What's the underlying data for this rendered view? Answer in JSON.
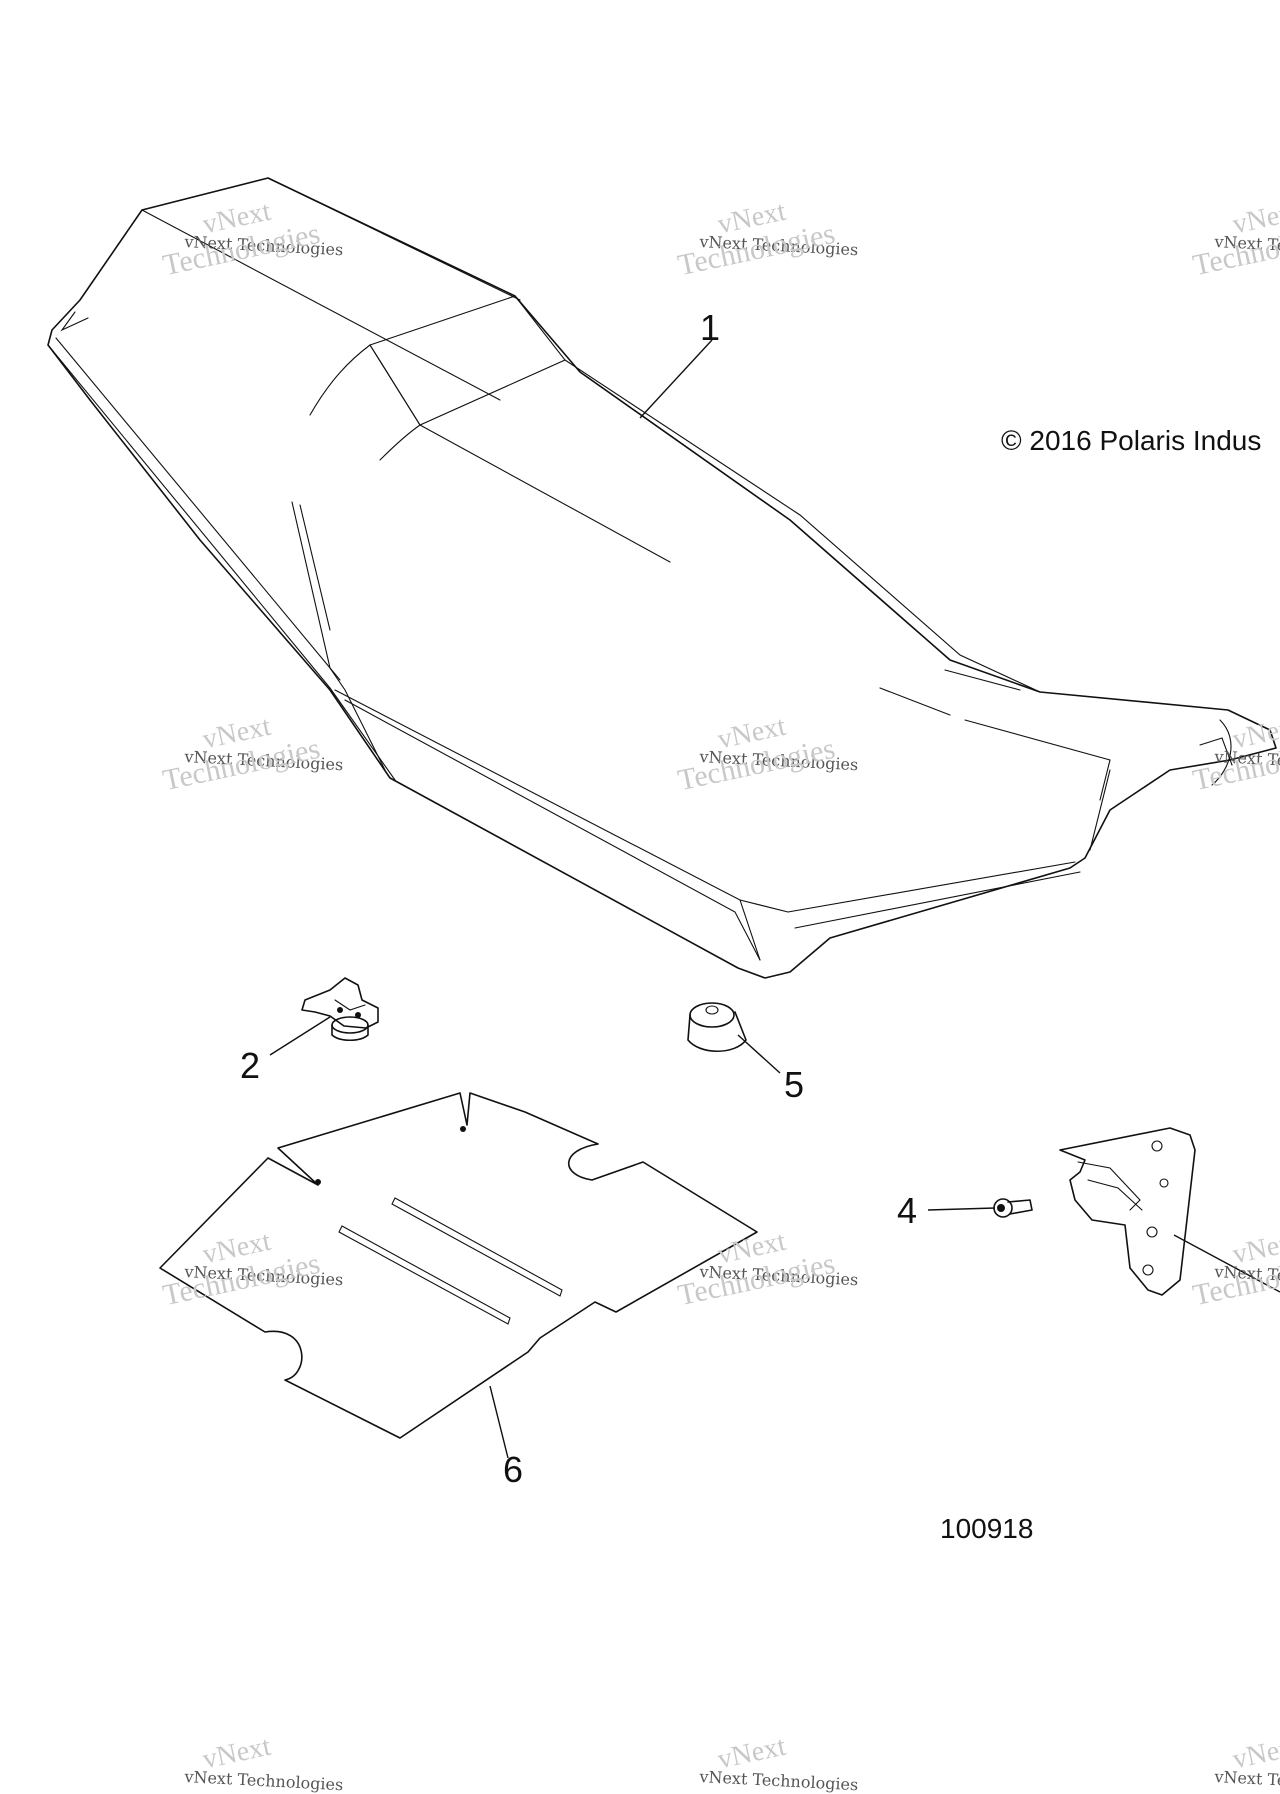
{
  "callouts": [
    {
      "id": "1",
      "label": "1"
    },
    {
      "id": "2",
      "label": "2"
    },
    {
      "id": "4",
      "label": "4"
    },
    {
      "id": "5",
      "label": "5"
    },
    {
      "id": "6",
      "label": "6"
    }
  ],
  "copyright": "© 2016 Polaris Indus",
  "diagram_id": "100918",
  "watermark": {
    "line1": "vNext",
    "line2": "vNext Technologies",
    "line3": "Technologies"
  }
}
